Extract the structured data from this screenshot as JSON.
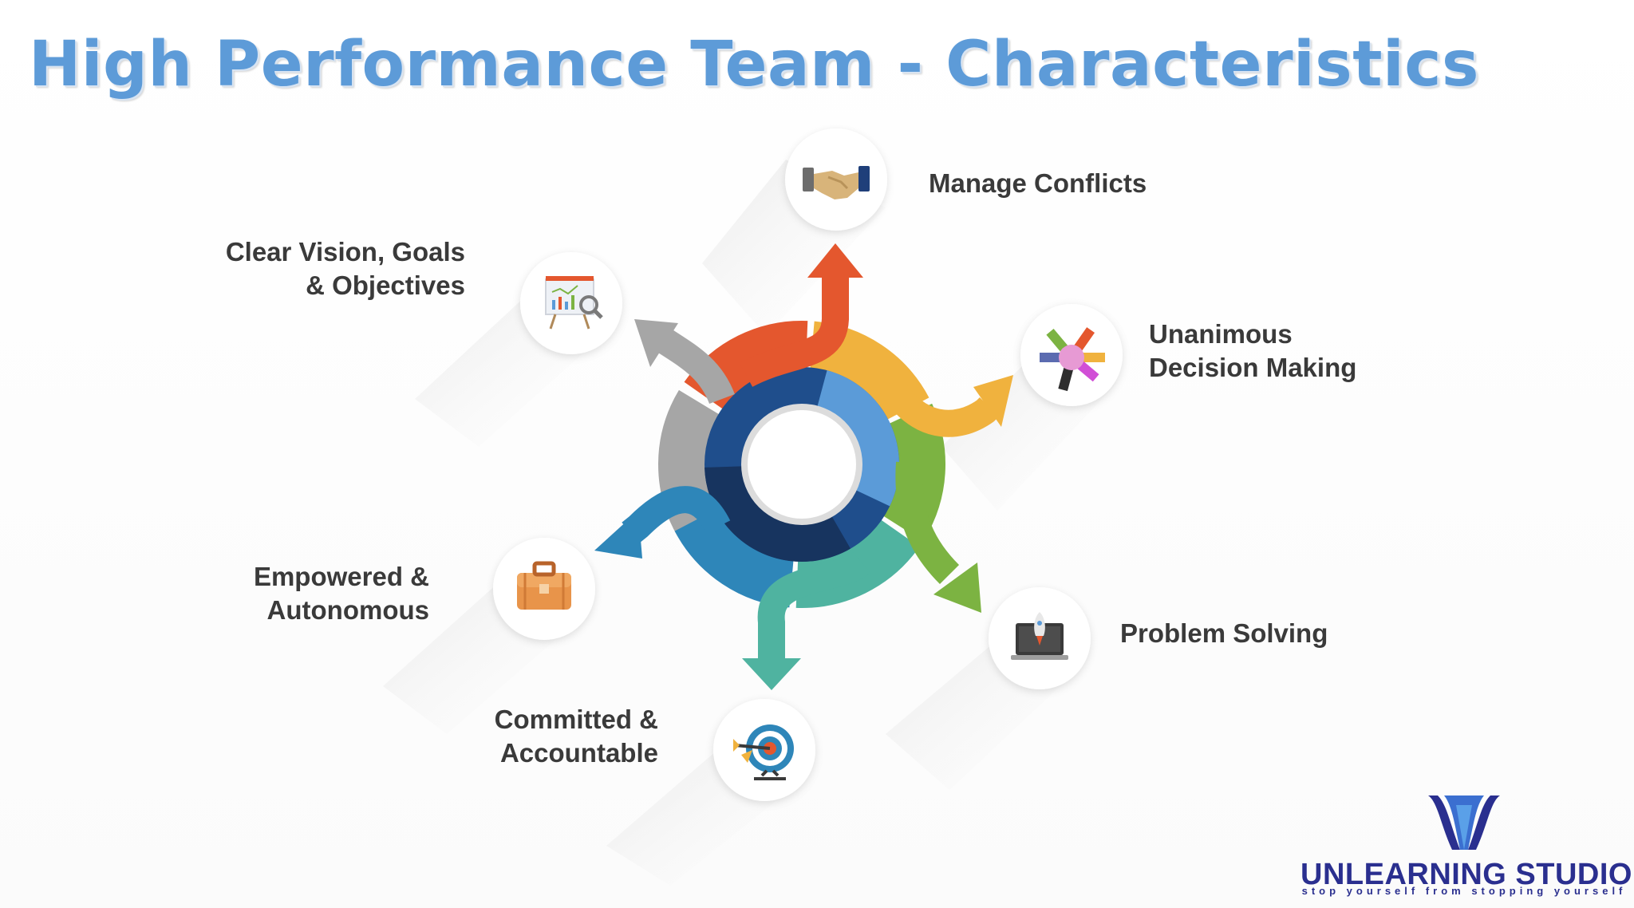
{
  "title": "High Performance Team - Characteristics",
  "nodes": [
    {
      "id": "manage-conflicts",
      "lines": [
        "Manage Conflicts"
      ],
      "icon": "handshake-icon",
      "arrow_color": "#e4572e"
    },
    {
      "id": "unanimous-decision",
      "lines": [
        "Unanimous",
        "Decision Making"
      ],
      "icon": "hands-together-icon",
      "arrow_color": "#f0b23e"
    },
    {
      "id": "problem-solving",
      "lines": [
        "Problem Solving"
      ],
      "icon": "laptop-rocket-icon",
      "arrow_color": "#7cb342"
    },
    {
      "id": "committed",
      "lines": [
        "Committed &",
        "Accountable"
      ],
      "icon": "target-arrow-icon",
      "arrow_color": "#4fb3a0"
    },
    {
      "id": "empowered",
      "lines": [
        "Empowered &",
        "Autonomous"
      ],
      "icon": "briefcase-icon",
      "arrow_color": "#2e86b9"
    },
    {
      "id": "clear-vision",
      "lines": [
        "Clear Vision, Goals",
        "& Objectives"
      ],
      "icon": "presentation-chart-icon",
      "arrow_color": "#9e9e9e"
    }
  ],
  "ring_colors": {
    "outer_ring": "#1f4e8c",
    "accent_segment": "#5b9bd8",
    "inner_dark": "#17345f"
  },
  "logo": {
    "name": "UNLEARNING STUDIO",
    "tagline": "stop yourself from stopping yourself",
    "brand_color": "#2a2f8f"
  }
}
